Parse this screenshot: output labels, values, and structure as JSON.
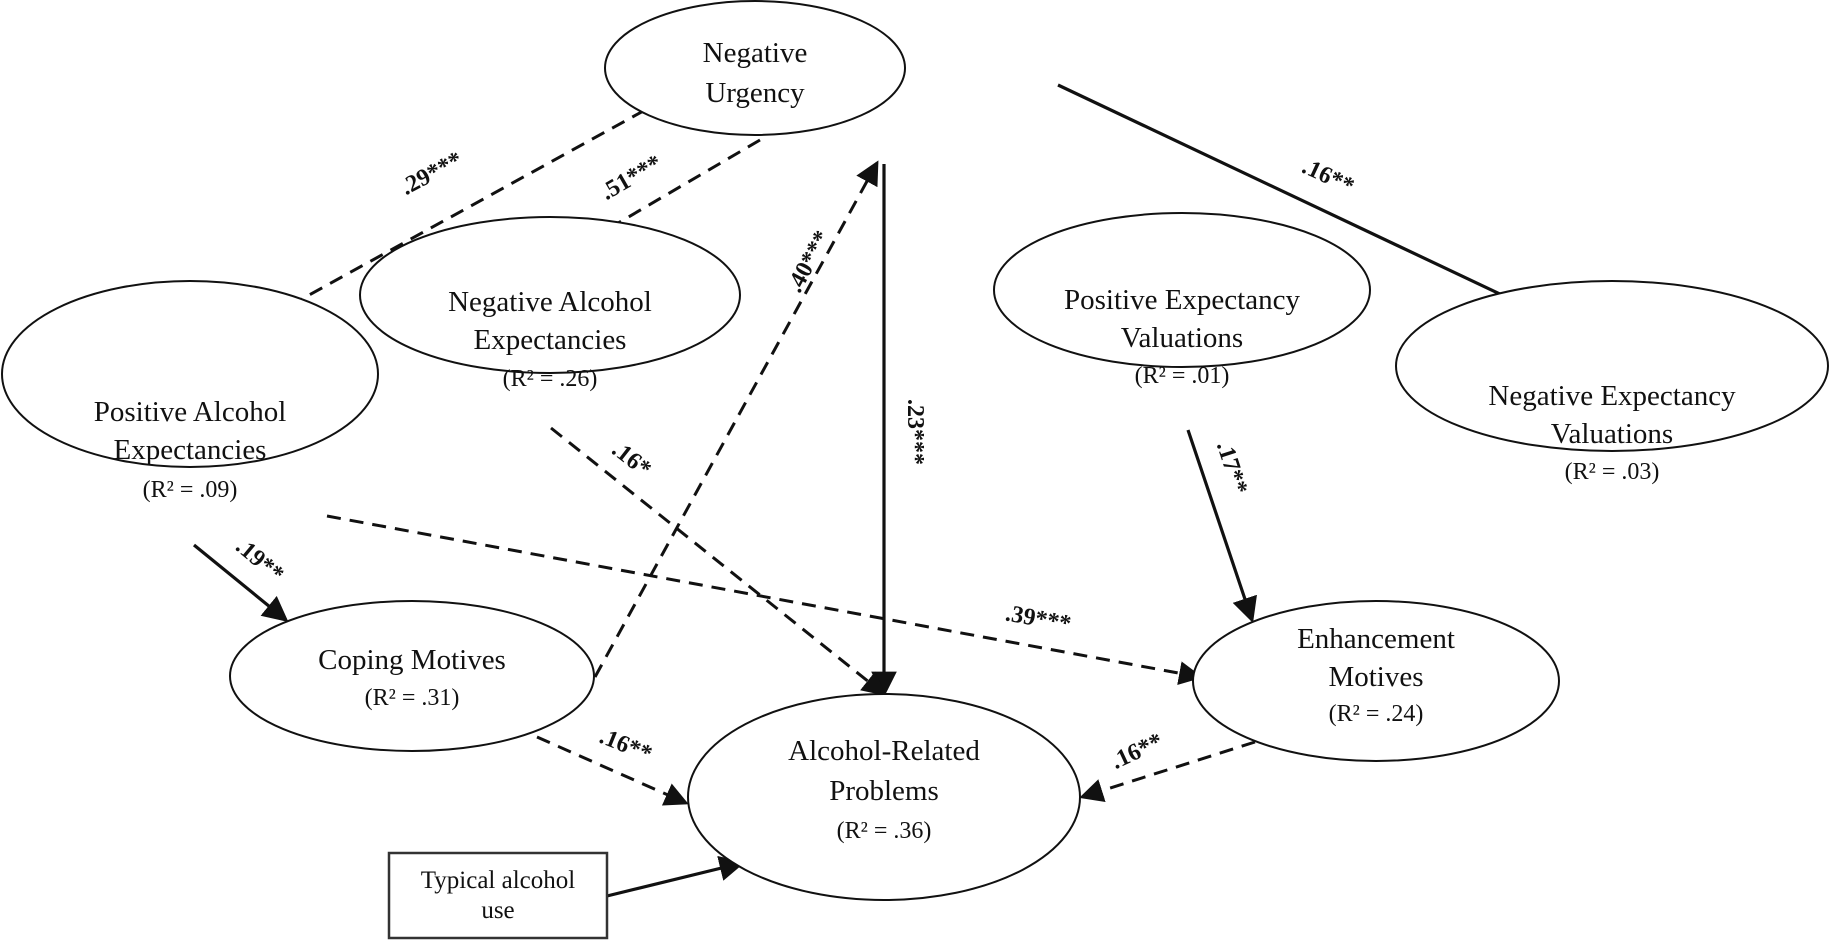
{
  "nodes": {
    "negative_urgency": {
      "lines": [
        "Negative",
        "Urgency"
      ],
      "r2": ""
    },
    "negative_alcohol_expectancies": {
      "lines": [
        "Negative Alcohol",
        "Expectancies"
      ],
      "r2": "(R² = .26)"
    },
    "positive_alcohol_expectancies": {
      "lines": [
        "Positive Alcohol",
        "Expectancies"
      ],
      "r2": "(R² = .09)"
    },
    "positive_expectancy_valuations": {
      "lines": [
        "Positive Expectancy",
        "Valuations"
      ],
      "r2": "(R² = .01)"
    },
    "negative_expectancy_valuations": {
      "lines": [
        "Negative Expectancy",
        "Valuations"
      ],
      "r2": "(R² = .03)"
    },
    "coping_motives": {
      "lines": [
        "Coping Motives"
      ],
      "r2": "(R² = .31)"
    },
    "enhancement_motives": {
      "lines": [
        "Enhancement",
        "Motives"
      ],
      "r2": "(R² = .24)"
    },
    "alcohol_related_problems": {
      "lines": [
        "Alcohol-Related",
        "Problems"
      ],
      "r2": "(R² = .36)"
    }
  },
  "covariate_box": {
    "lines": [
      "Typical alcohol",
      "use"
    ]
  },
  "paths": [
    {
      "from": "negative_urgency",
      "to": "positive_alcohol_expectancies",
      "coefficient": ".29***",
      "style": "dashed"
    },
    {
      "from": "negative_urgency",
      "to": "negative_alcohol_expectancies",
      "coefficient": ".51***",
      "style": "dashed"
    },
    {
      "from": "coping_motives",
      "to": "negative_urgency",
      "coefficient": ".40***",
      "style": "dashed"
    },
    {
      "from": "negative_urgency",
      "to": "alcohol_related_problems",
      "coefficient": ".23***",
      "style": "solid"
    },
    {
      "from": "negative_urgency",
      "to": "negative_expectancy_valuations",
      "coefficient": ".16**",
      "style": "solid"
    },
    {
      "from": "negative_alcohol_expectancies",
      "to": "alcohol_related_problems",
      "coefficient": ".16*",
      "style": "dashed"
    },
    {
      "from": "positive_alcohol_expectancies",
      "to": "coping_motives",
      "coefficient": ".19**",
      "style": "solid"
    },
    {
      "from": "positive_alcohol_expectancies",
      "to": "enhancement_motives",
      "coefficient": ".39***",
      "style": "dashed"
    },
    {
      "from": "positive_expectancy_valuations",
      "to": "enhancement_motives",
      "coefficient": ".17**",
      "style": "solid"
    },
    {
      "from": "coping_motives",
      "to": "alcohol_related_problems",
      "coefficient": ".16**",
      "style": "dashed"
    },
    {
      "from": "enhancement_motives",
      "to": "alcohol_related_problems",
      "coefficient": ".16**",
      "style": "dashed"
    },
    {
      "from": "covariate_box",
      "to": "alcohol_related_problems",
      "coefficient": "",
      "style": "solid"
    }
  ]
}
